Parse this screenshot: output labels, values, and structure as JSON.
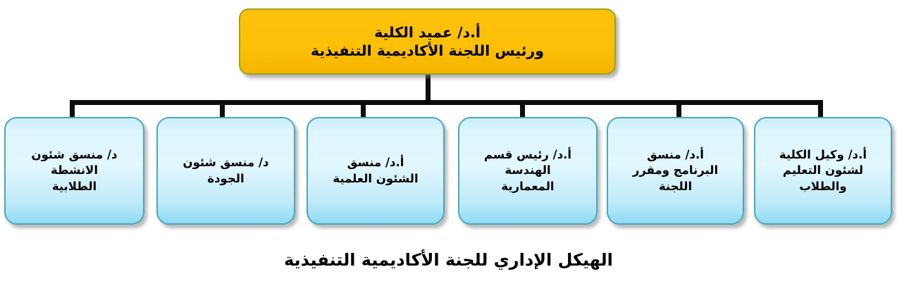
{
  "diagram": {
    "caption": "الهيكل الإداري للجنة الأكاديمية التنفيذية",
    "colors": {
      "root_fill": "#FCC006",
      "root_border": "#9AA31E",
      "child_fill_top": "#E2F7FE",
      "child_fill_bottom": "#8EDCF3",
      "child_border": "#4BA7BD",
      "connector": "#0C0C0C",
      "text": "#000000",
      "background": "#FFFFFF"
    },
    "root": {
      "line1": "أ.د/ عميد الكلية",
      "line2": "ورئيس اللجنة الأكاديمية التنفيذية",
      "full_text": "أ.د/ عميد الكلية ورئيس اللجنة الأكاديمية التنفيذية"
    },
    "children": [
      {
        "id": "vice-dean-education-students",
        "lines": [
          "أ.د/ وكيل الكلية",
          "لشئون التعليم",
          "والطلاب"
        ],
        "full_text": "أ.د/ وكيل الكلية لشئون التعليم والطلاب"
      },
      {
        "id": "program-coordinator-committee-rapporteur",
        "lines": [
          "أ.د/ منسق",
          "البرنامج ومقرر",
          "اللجنة"
        ],
        "full_text": "أ.د/ منسق البرنامج ومقرر اللجنة"
      },
      {
        "id": "head-architecture-department",
        "lines": [
          "أ.د/ رئيس قسم",
          "الهندسة",
          "المعمارية"
        ],
        "full_text": "أ.د/ رئيس قسم الهندسة المعمارية"
      },
      {
        "id": "scientific-affairs-coordinator",
        "lines": [
          "أ.د/ منسق",
          "الشئون العلمية"
        ],
        "full_text": "أ.د/ منسق الشئون العلمية"
      },
      {
        "id": "quality-affairs-coordinator",
        "lines": [
          "د/ منسق شئون",
          "الجودة"
        ],
        "full_text": "د/ منسق شئون الجودة"
      },
      {
        "id": "student-activities-coordinator",
        "lines": [
          "د/ منسق شئون",
          "الانشطة",
          "الطلابية"
        ],
        "full_text": "د/ منسق شئون الانشطة الطلابية"
      }
    ]
  }
}
